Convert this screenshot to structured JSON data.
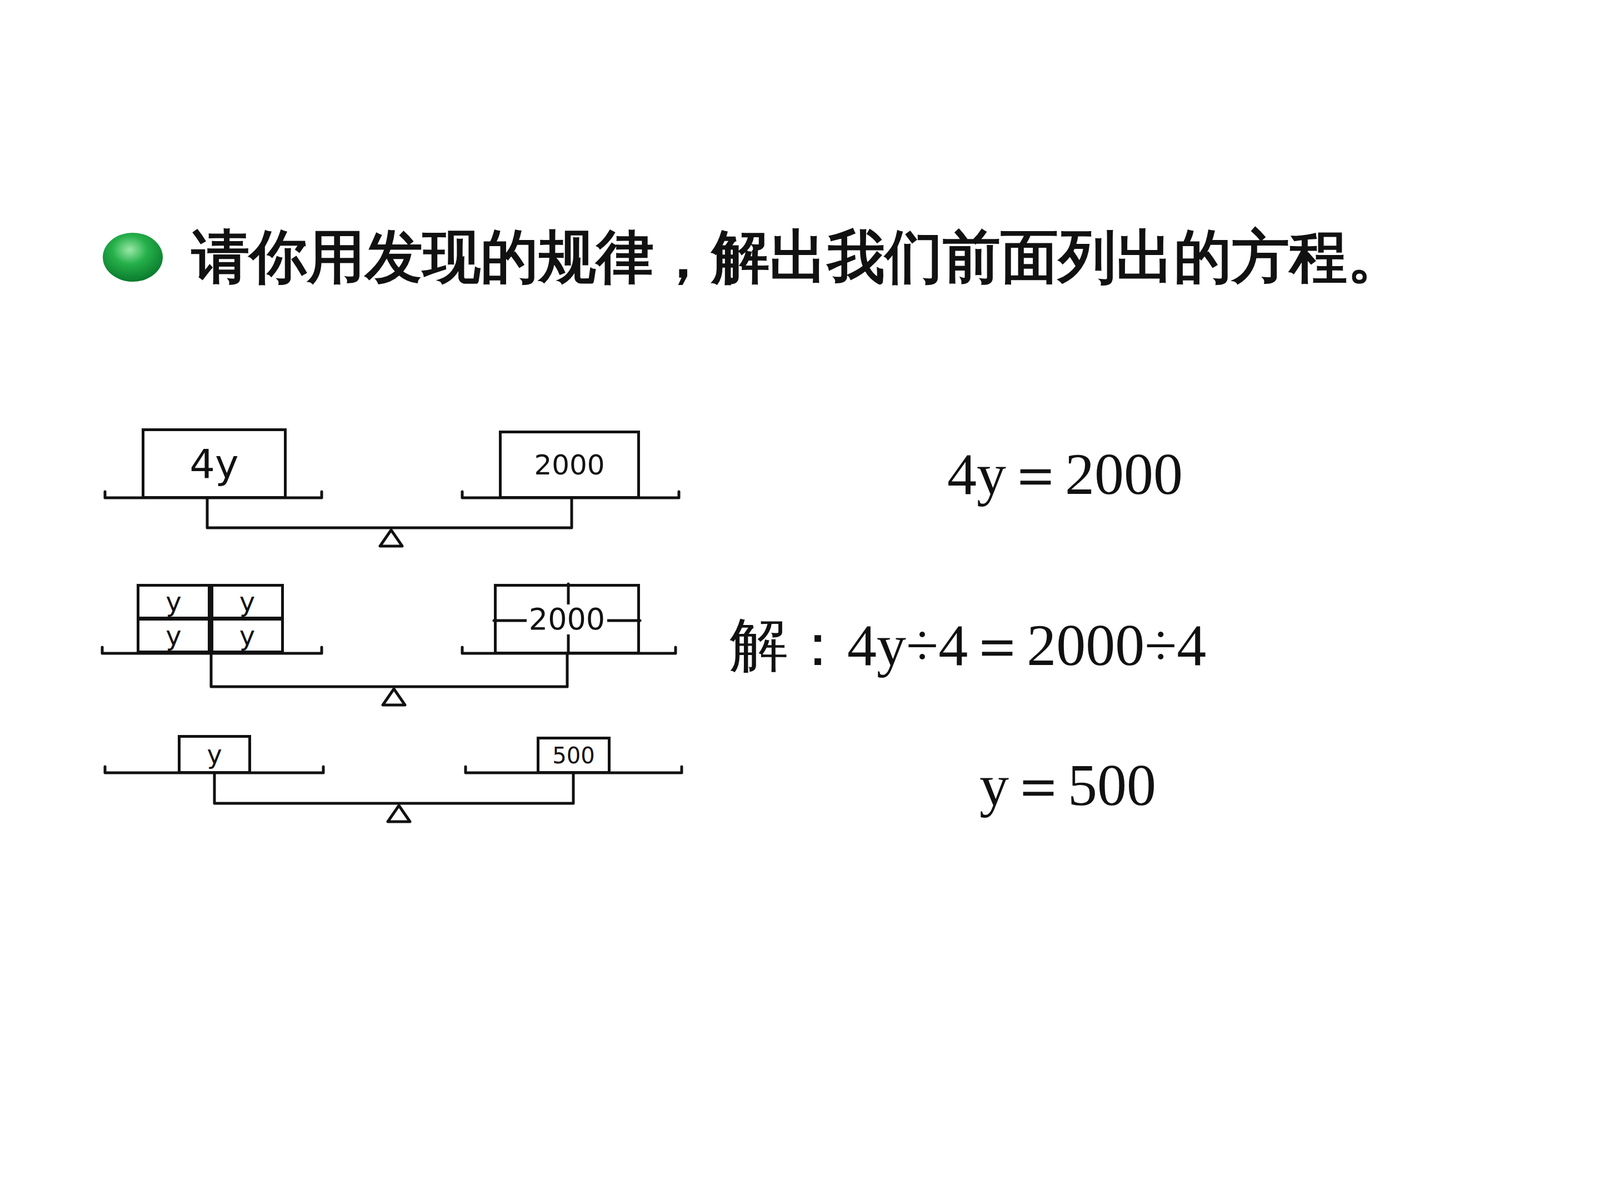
{
  "diagram": {
    "title": "请你用发现的规律，解出我们前面列出的方程。",
    "nodes": [
      {
        "text": [
          "4y"
        ]
      },
      {
        "text": [
          "2000"
        ]
      },
      {
        "text": [
          "y"
        ]
      },
      {
        "text": [
          "y"
        ]
      },
      {
        "text": [
          "y"
        ]
      },
      {
        "text": [
          "y"
        ]
      },
      {
        "text": [
          "2000"
        ]
      },
      {
        "text": [
          "y"
        ]
      },
      {
        "text": [
          "500"
        ]
      }
    ],
    "labels": [
      "4y＝2000",
      "解：4y÷4＝2000÷4",
      "y＝500"
    ]
  }
}
